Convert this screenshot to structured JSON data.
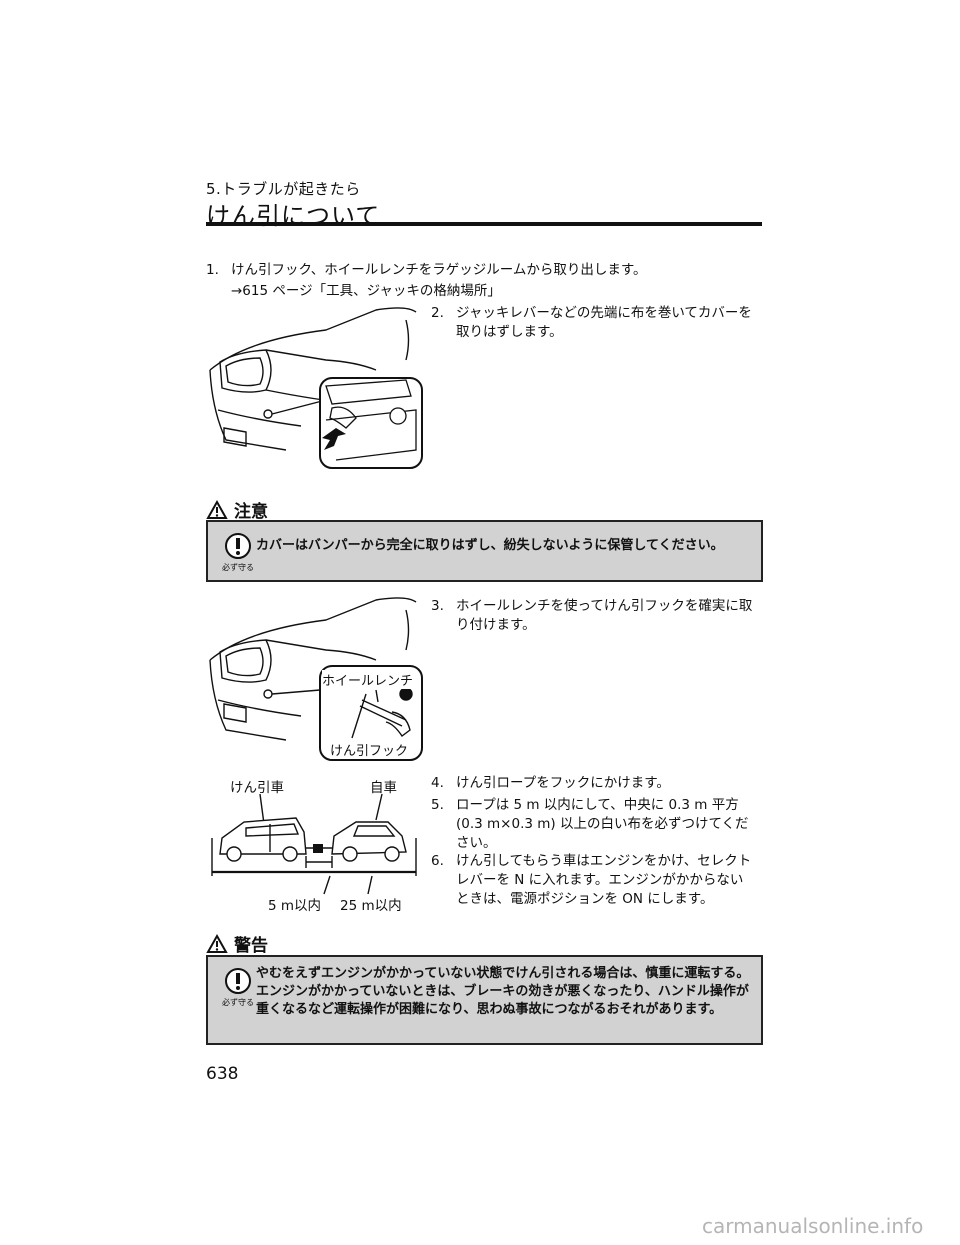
{
  "header": {
    "section": "5.トラブルが起きたら",
    "title": "けん引について"
  },
  "steps": [
    {
      "num": "1.",
      "text": "けん引フック、ホイールレンチをラゲッジルームから取り出します。"
    },
    {
      "num": "2.",
      "text": "ジャッキレバーなどの先端に布を巻いてカバーを取りはずします。"
    },
    {
      "num": "3.",
      "text": "ホイールレンチを使ってけん引フックを確実に取り付けます。"
    },
    {
      "num": "4.",
      "text": "けん引ロープをフックにかけます。"
    },
    {
      "num": "5.",
      "text": "ロープは 5 m 以内にして、中央に 0.3 m 平方(0.3 m×0.3 m) 以上の白い布を必ずつけてください。"
    },
    {
      "num": "6.",
      "text": "けん引してもらう車はエンジンをかけ、セレクトレバーを N に入れます。エンジンがかからないときは、電源ポジションを ON にします。"
    }
  ],
  "reference": "→615 ページ「工具、ジャッキの格納場所」",
  "caution": {
    "heading": "注意",
    "icon_label": "必ず守る",
    "text": "カバーはバンパーから完全に取りはずし、紛失しないように保管してください。"
  },
  "figure2": {
    "wrench_label": "ホイールレンチ",
    "hook_label": "けん引フック"
  },
  "figure3": {
    "towing_car": "けん引車",
    "own_car": "自車",
    "rope_length": "5 m以内",
    "hook_distance": "25 m以内"
  },
  "warning": {
    "heading": "警告",
    "icon_label": "必ず守る",
    "text1": "やむをえずエンジンがかかっていない状態でけん引される場合は、慎重に運転する。",
    "text2": "エンジンがかかっていないときは、ブレーキの効きが悪くなったり、ハンドル操作が重くなるなど運転操作が困難になり、思わぬ事故につながるおそれがあります。"
  },
  "page_number": "638",
  "watermark": "carmanualsonline.info"
}
